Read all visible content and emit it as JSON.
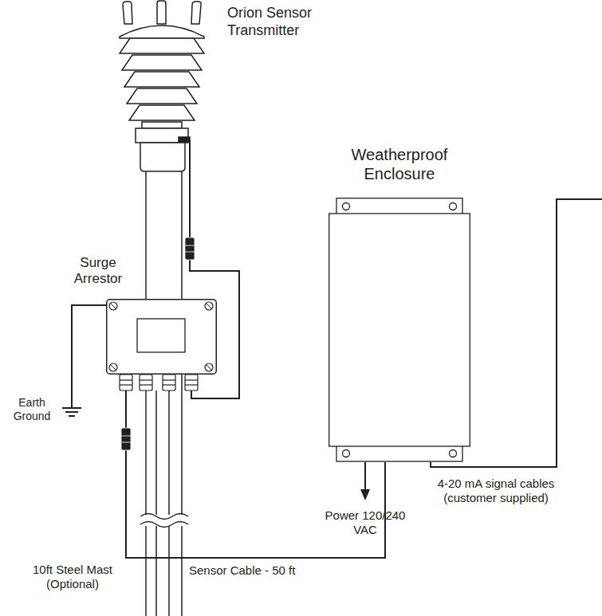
{
  "diagram": {
    "nodes": [
      {
        "text": [
          "Orion Sensor Transmitter"
        ]
      },
      {
        "text": [
          "Surge Arrestor"
        ]
      },
      {
        "text": [
          "Weatherproof Enclosure"
        ]
      }
    ],
    "edges": [
      {
        "from": 0,
        "to": 1,
        "arrow": "none"
      },
      {
        "from": 1,
        "to": 2,
        "label": "Sensor Cable - 50 ft",
        "arrow": "none"
      }
    ],
    "labels": [
      "Earth Ground",
      "Power 120/240 VAC",
      "4-20 mA signal cables (customer supplied)",
      "10ft Steel Mast (Optional)"
    ]
  }
}
